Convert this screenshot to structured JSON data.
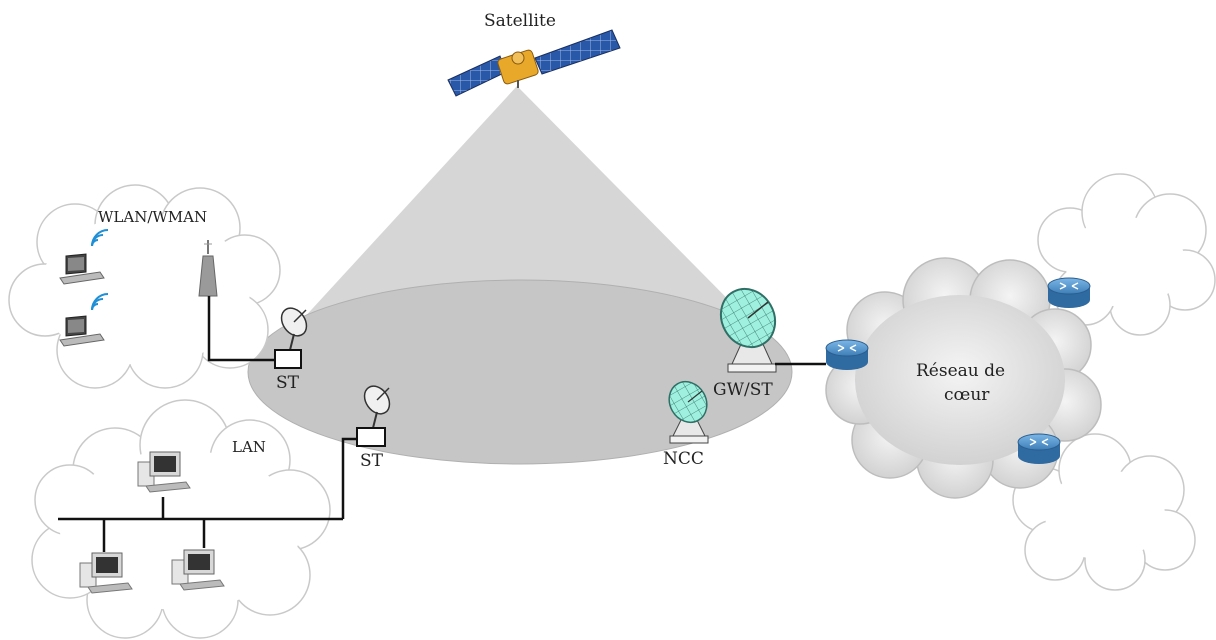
{
  "labels": {
    "satellite": "Satellite",
    "wlan": "WLAN/WMAN",
    "lan": "LAN",
    "st_wlan": "ST",
    "st_lan": "ST",
    "gateway": "GW/ST",
    "ncc": "NCC",
    "core_line1": "Réseau de",
    "core_line2": "cœur"
  },
  "colors": {
    "beam": "#d4d4d4",
    "coverage": "#c4c4c4",
    "router": "#3e7fb8",
    "dish": "#7fe0cf",
    "panel": "#2a58a8",
    "cloud_core": "#dedede"
  }
}
